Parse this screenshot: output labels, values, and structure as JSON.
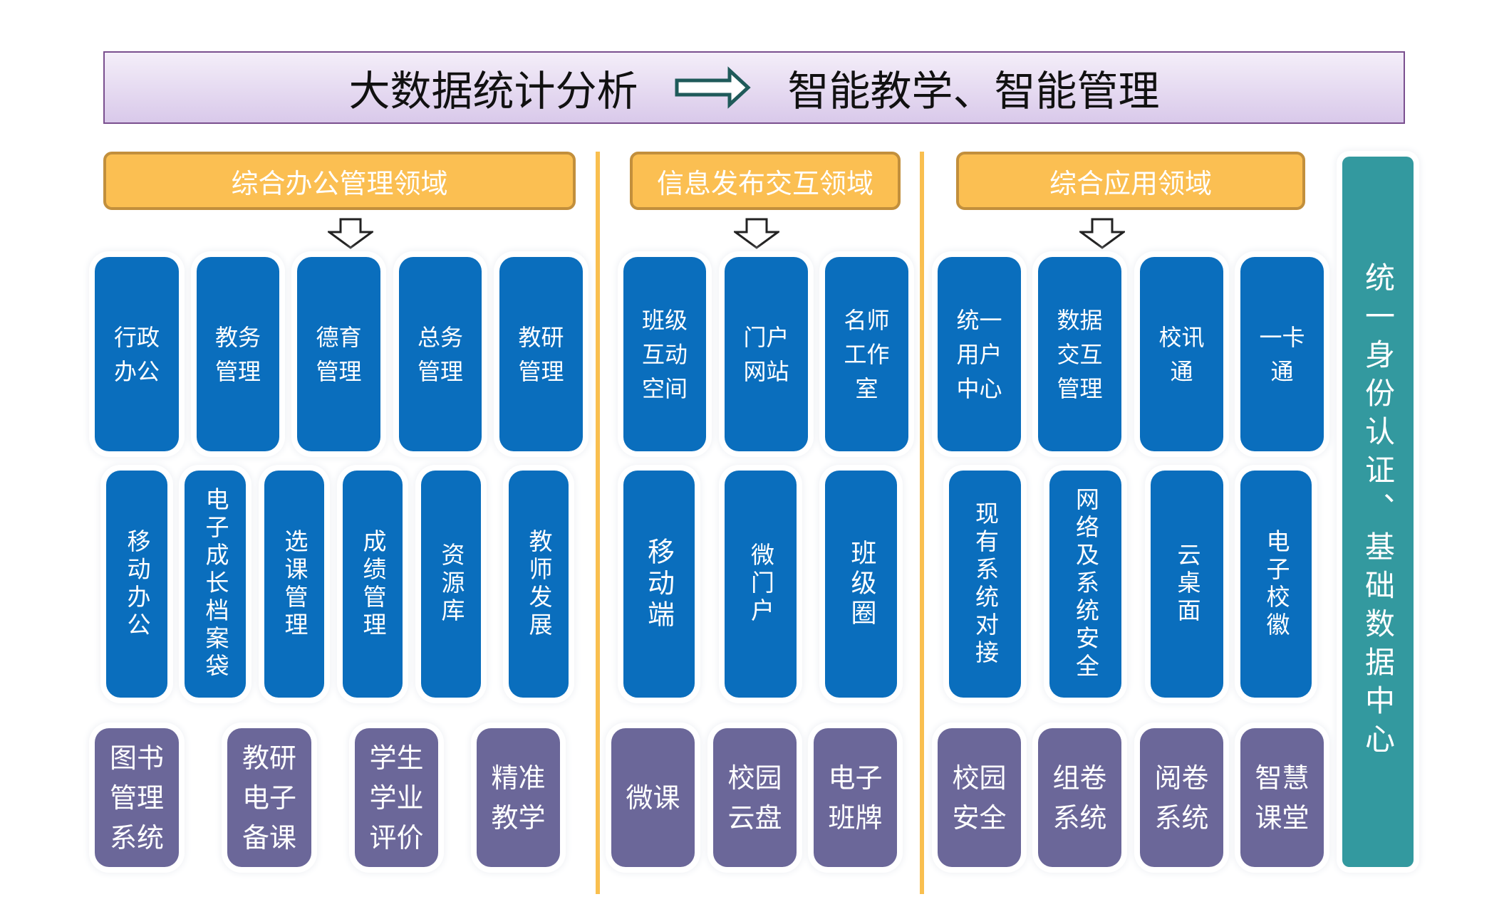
{
  "title": {
    "left": "大数据统计分析",
    "right": "智能教学、智能管理"
  },
  "domains": [
    "综合办公管理领域",
    "信息发布交互领域",
    "综合应用领域"
  ],
  "row1": [
    "行政\n办公",
    "教务\n管理",
    "德育\n管理",
    "总务\n管理",
    "教研\n管理",
    "班级\n互动\n空间",
    "门户\n网站",
    "名师\n工作\n室",
    "统一\n用户\n中心",
    "数据\n交互\n管理",
    "校讯\n通",
    "一卡\n通"
  ],
  "row2": [
    "移动办公",
    "电子成长档案袋",
    "选课管理",
    "成绩管理",
    "资源库",
    "教师发展",
    "移动端",
    "微门户",
    "班级圈",
    "现有系统对接",
    "网络及系统安全",
    "云桌面",
    "电子校徽"
  ],
  "row3": [
    "图书\n管理\n系统",
    "教研\n电子\n备课",
    "学生\n学业\n评价",
    "精准\n教学",
    "微课",
    "校园\n云盘",
    "电子\n班牌",
    "校园\n安全",
    "组卷\n系统",
    "阅卷\n系统",
    "智慧\n课堂"
  ],
  "side": "统一身份认证、基础数据中心",
  "colors": {
    "blue": "#0a6ebd",
    "purple": "#6b6799",
    "teal": "#33999f",
    "orange": "#fbbf52"
  }
}
